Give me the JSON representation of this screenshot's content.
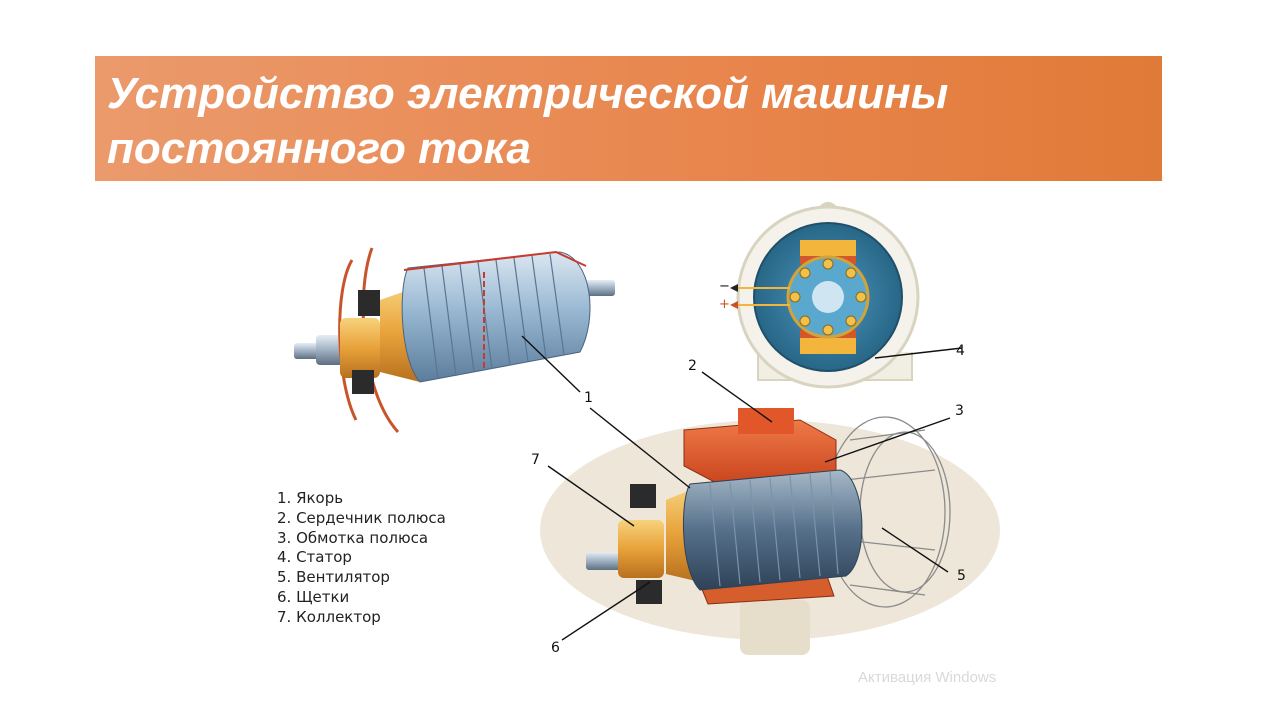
{
  "title": {
    "line1": "Устройство электрической машины",
    "line2": "постоянного тока"
  },
  "legend": [
    "1. Якорь",
    "2. Сердечник полюса",
    "3. Обмотка полюса",
    "4. Статор",
    "5. Вентилятор",
    "6. Щетки",
    "7. Коллектор"
  ],
  "callouts": {
    "n1": "1",
    "n2": "2",
    "n3": "3",
    "n4": "4",
    "n5": "5",
    "n6": "6",
    "n7": "7"
  },
  "terminals": {
    "minus": "−",
    "plus": "+"
  },
  "watermark": "Активация Windows",
  "colors": {
    "banner": "#e8854c",
    "copper": "#e8a23a",
    "pole_red": "#e2572a",
    "armature_blue": "#8fb2cf",
    "stator_blue": "#2f6f94"
  }
}
